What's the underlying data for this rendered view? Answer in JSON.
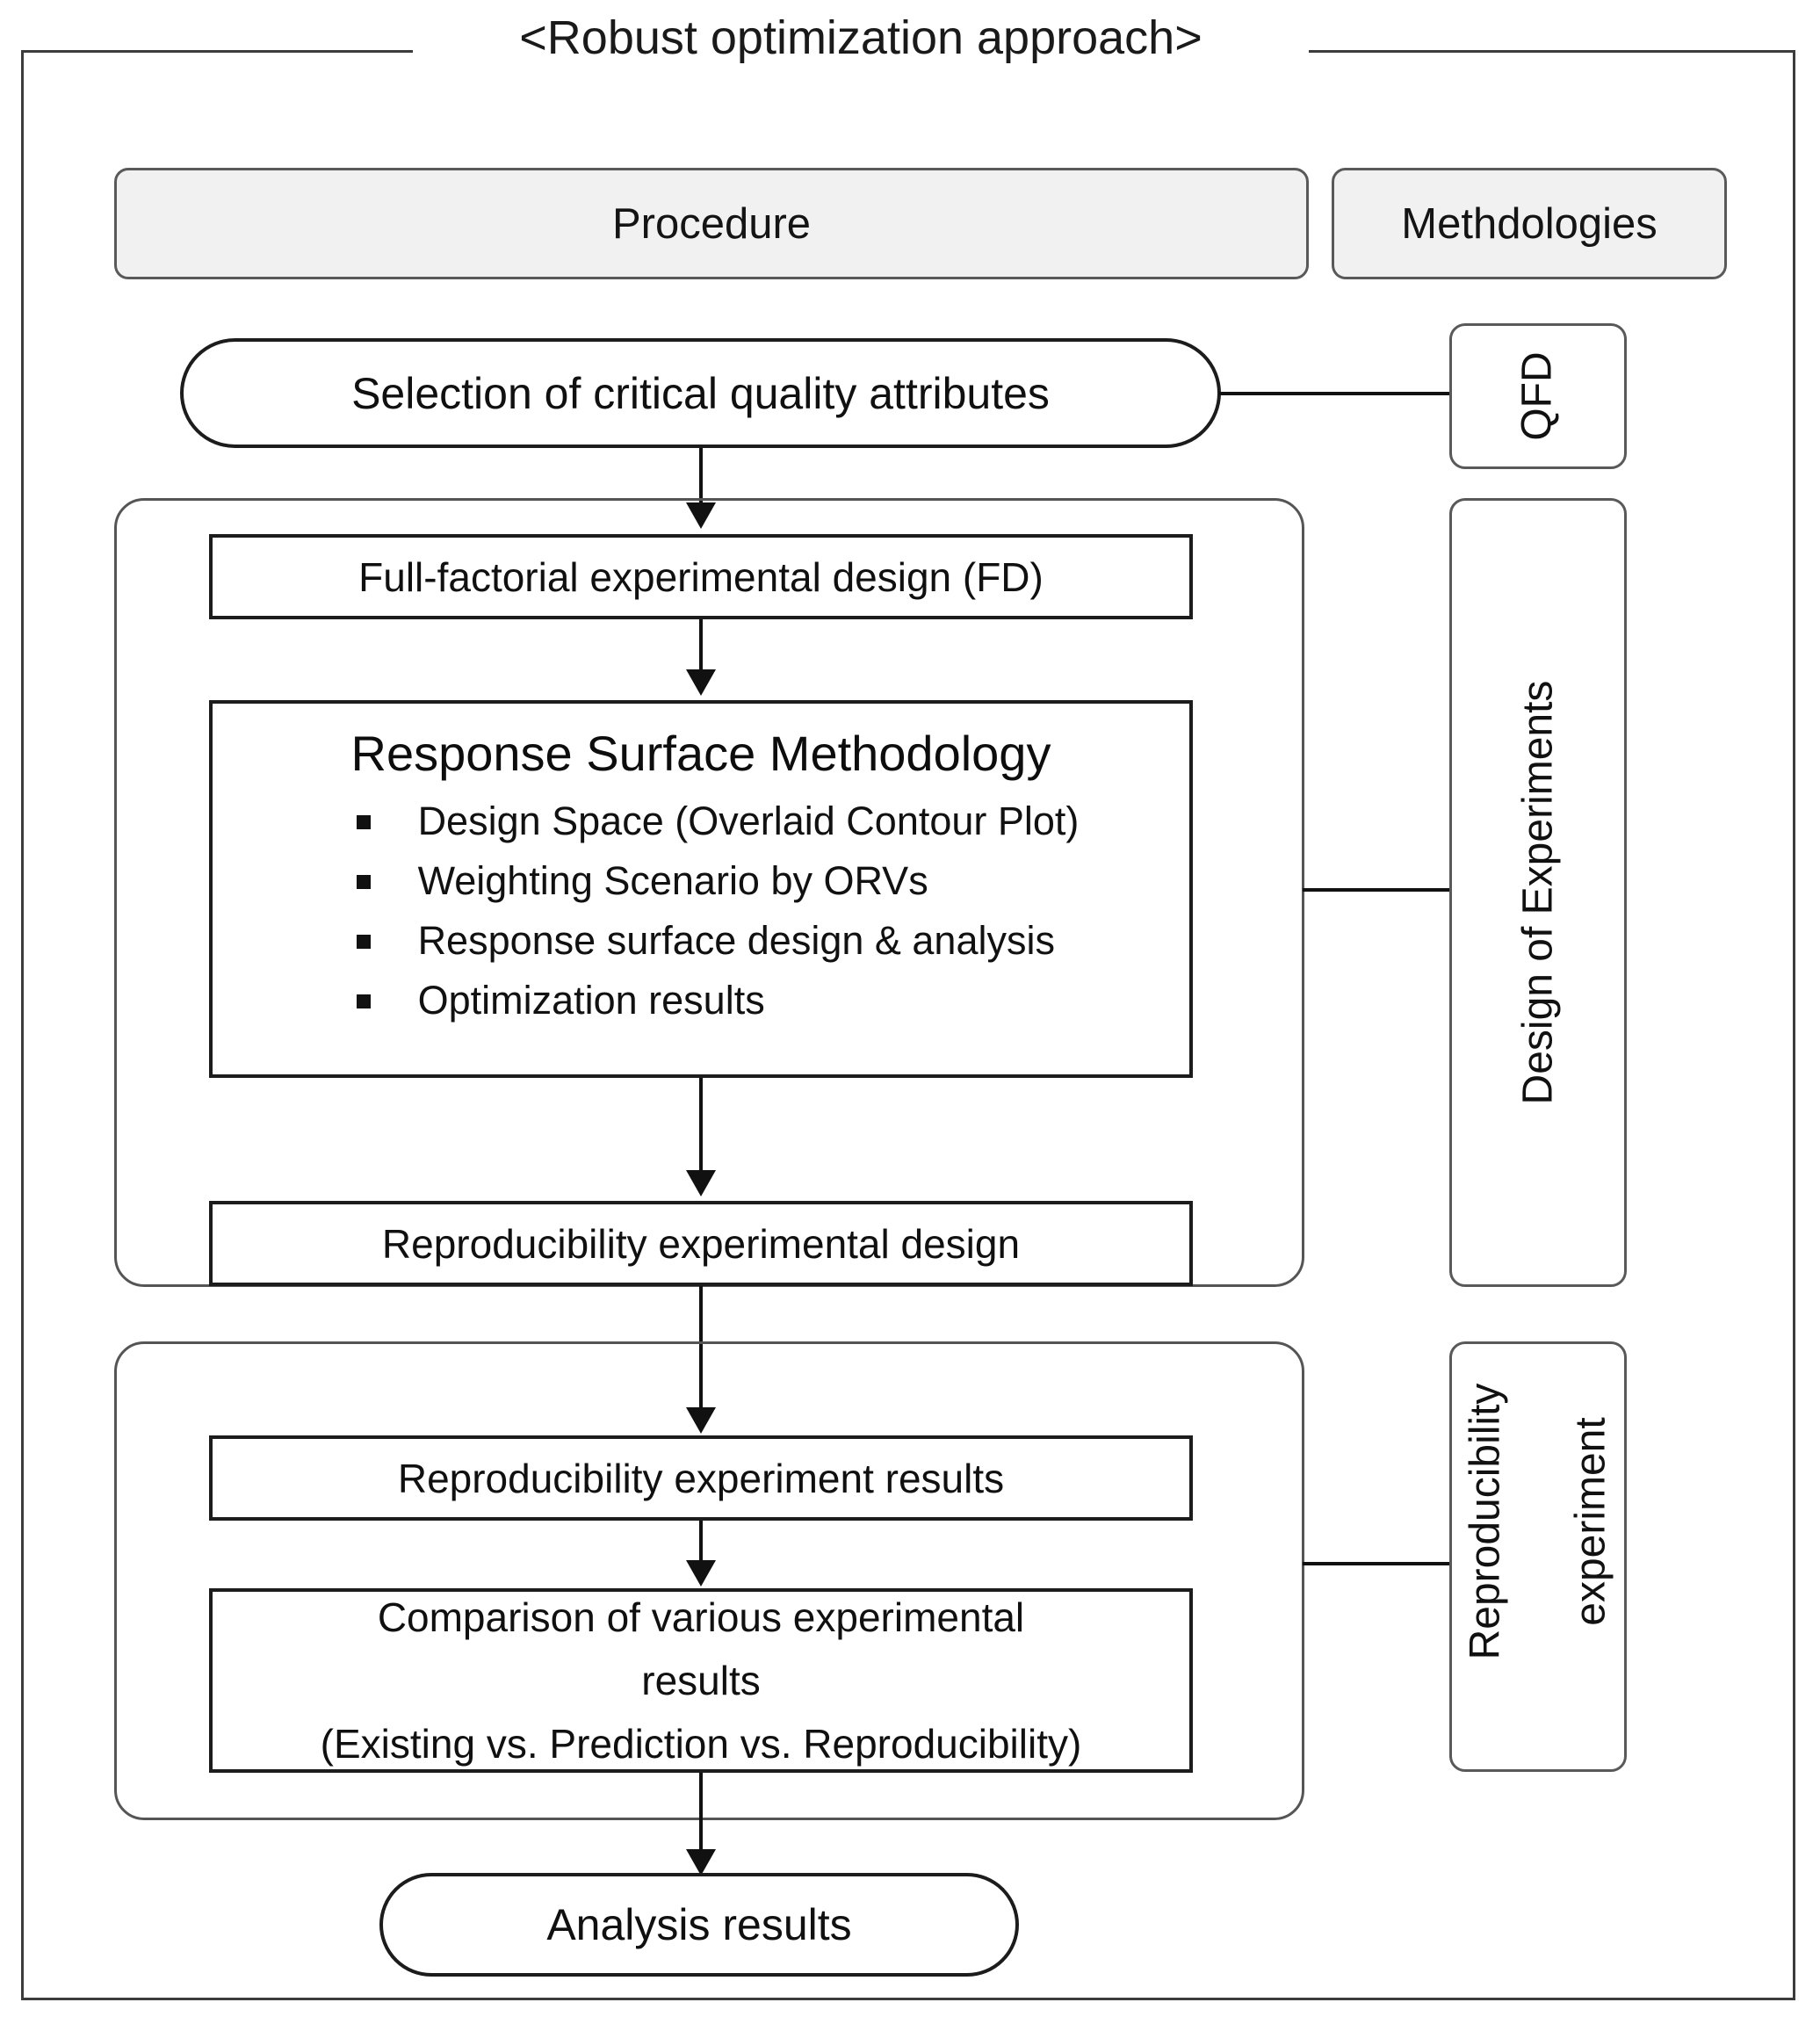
{
  "frame": {
    "title": "<Robust optimization approach>"
  },
  "headers": {
    "procedure": "Procedure",
    "methodologies": "Methdologies"
  },
  "flow": {
    "start_pill": "Selection of critical quality attributes",
    "full_factorial": "Full-factorial experimental design (FD)",
    "rsm": {
      "title": "Response Surface Methodology",
      "bullets": [
        "Design Space (Overlaid Contour Plot)",
        "Weighting Scenario by ORVs",
        "Response surface design & analysis",
        "Optimization results"
      ]
    },
    "reproducibility_design": "Reproducibility experimental design",
    "reproducibility_results": "Reproducibility  experiment results",
    "comparison_line1": "Comparison of various experimental",
    "comparison_line2": "results",
    "comparison_line3": "(Existing vs. Prediction vs. Reproducibility)",
    "end_pill": "Analysis results"
  },
  "methodology_labels": {
    "qfd": "QFD",
    "doe": "Design of Experiments",
    "repro_line1": "Reproducibility",
    "repro_line2": "experiment"
  },
  "colors": {
    "frame_border": "#3c3c3c",
    "header_fill": "#f1f1f1",
    "header_border": "#595959",
    "node_border": "#1c1c1c",
    "group_border": "#555555",
    "connector": "#111111",
    "text": "#111111",
    "background": "#ffffff"
  }
}
